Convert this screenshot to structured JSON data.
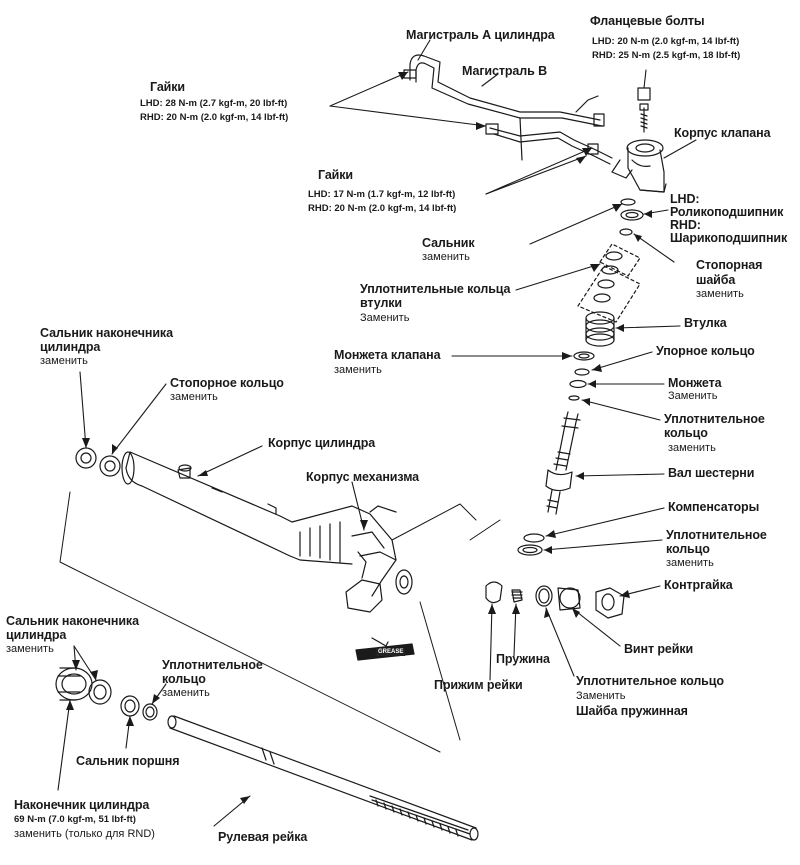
{
  "labels": {
    "flange_bolts": "Фланцевые болты",
    "flange_lhd": "LHD: 20 N-m (2.0 kgf-m, 14 lbf-ft)",
    "flange_rhd": "RHD: 25 N-m (2.5 kgf-m, 18 lbf-ft)",
    "line_a": "Магистраль А цилиндра",
    "line_b": "Магистраль B",
    "nuts_top": "Гайки",
    "nuts_top_lhd": "LHD: 28 N-m (2.7 kgf-m, 20 lbf-ft)",
    "nuts_top_rhd": "RHD: 20 N-m (2.0 kgf-m, 14 lbf-ft)",
    "valve_body": "Корпус клапана",
    "nuts_mid": "Гайки",
    "nuts_mid_lhd": "LHD: 17 N-m (1.7 kgf-m, 12 lbf-ft)",
    "nuts_mid_rhd": "RHD: 20 N-m (2.0 kgf-m, 14 lbf-ft)",
    "bearing_lhd": "LHD:",
    "bearing_lhd_name": "Ролико­подшипник",
    "bearing_rhd": "RHD:",
    "bearing_rhd_name": "Шарикоподшипник",
    "oil_seal": "Сальник",
    "oil_seal_sub": "заменить",
    "stop_washer": "Стопорная",
    "stop_washer_2": "шайба",
    "stop_washer_sub": "заменить",
    "sleeve_seals": "Уплотнительные кольца",
    "sleeve_seals_2": "втулки",
    "sleeve_seals_sub": "Заменить",
    "sleeve": "Втулка",
    "valve_cuff": "Монжета клапана",
    "valve_cuff_sub": "заменить",
    "thrust_ring": "Упорное кольцо",
    "cuff": "Монжета",
    "cuff_sub": "Заменить",
    "o_ring_1": "Уплотнительное",
    "o_ring_1b": "кольцо",
    "o_ring_1_sub": "заменить",
    "pinion_shaft": "Вал шестерни",
    "shims": "Компенсаторы",
    "o_ring_2": "Уплотнительное",
    "o_ring_2b": "кольцо",
    "o_ring_2_sub": "заменить",
    "end_seal_top": "Сальник наконечника",
    "end_seal_top_2": "цилиндра",
    "end_seal_top_sub": "заменить",
    "circlip": "Стопорное кольцо",
    "circlip_sub": "заменить",
    "cylinder_housing": "Корпус цилиндра",
    "gear_housing": "Корпус механизма",
    "locknut": "Контргайка",
    "rack_screw": "Винт рейки",
    "spring": "Пружина",
    "rack_guide": "Прижим рейки",
    "o_ring_3": "Уплотнительное кольцо",
    "o_ring_3_sub": "Заменить",
    "spring_washer": "Шайба пружинная",
    "end_seal_low": "Сальник наконечника",
    "end_seal_low_2": "цилиндра",
    "end_seal_low_sub": "заменить",
    "o_ring_4": "Уплотнительное",
    "o_ring_4b": "кольцо",
    "o_ring_4_sub": "заменить",
    "piston_seal": "Сальник  поршня",
    "cyl_end": "Наконечник цилиндра",
    "cyl_end_tq": "69 N-m (7.0 kgf-m, 51 lbf-ft)",
    "cyl_end_sub": "заменить (только для RND)",
    "rack": "Рулевая рейка",
    "grease": "GREASE"
  }
}
